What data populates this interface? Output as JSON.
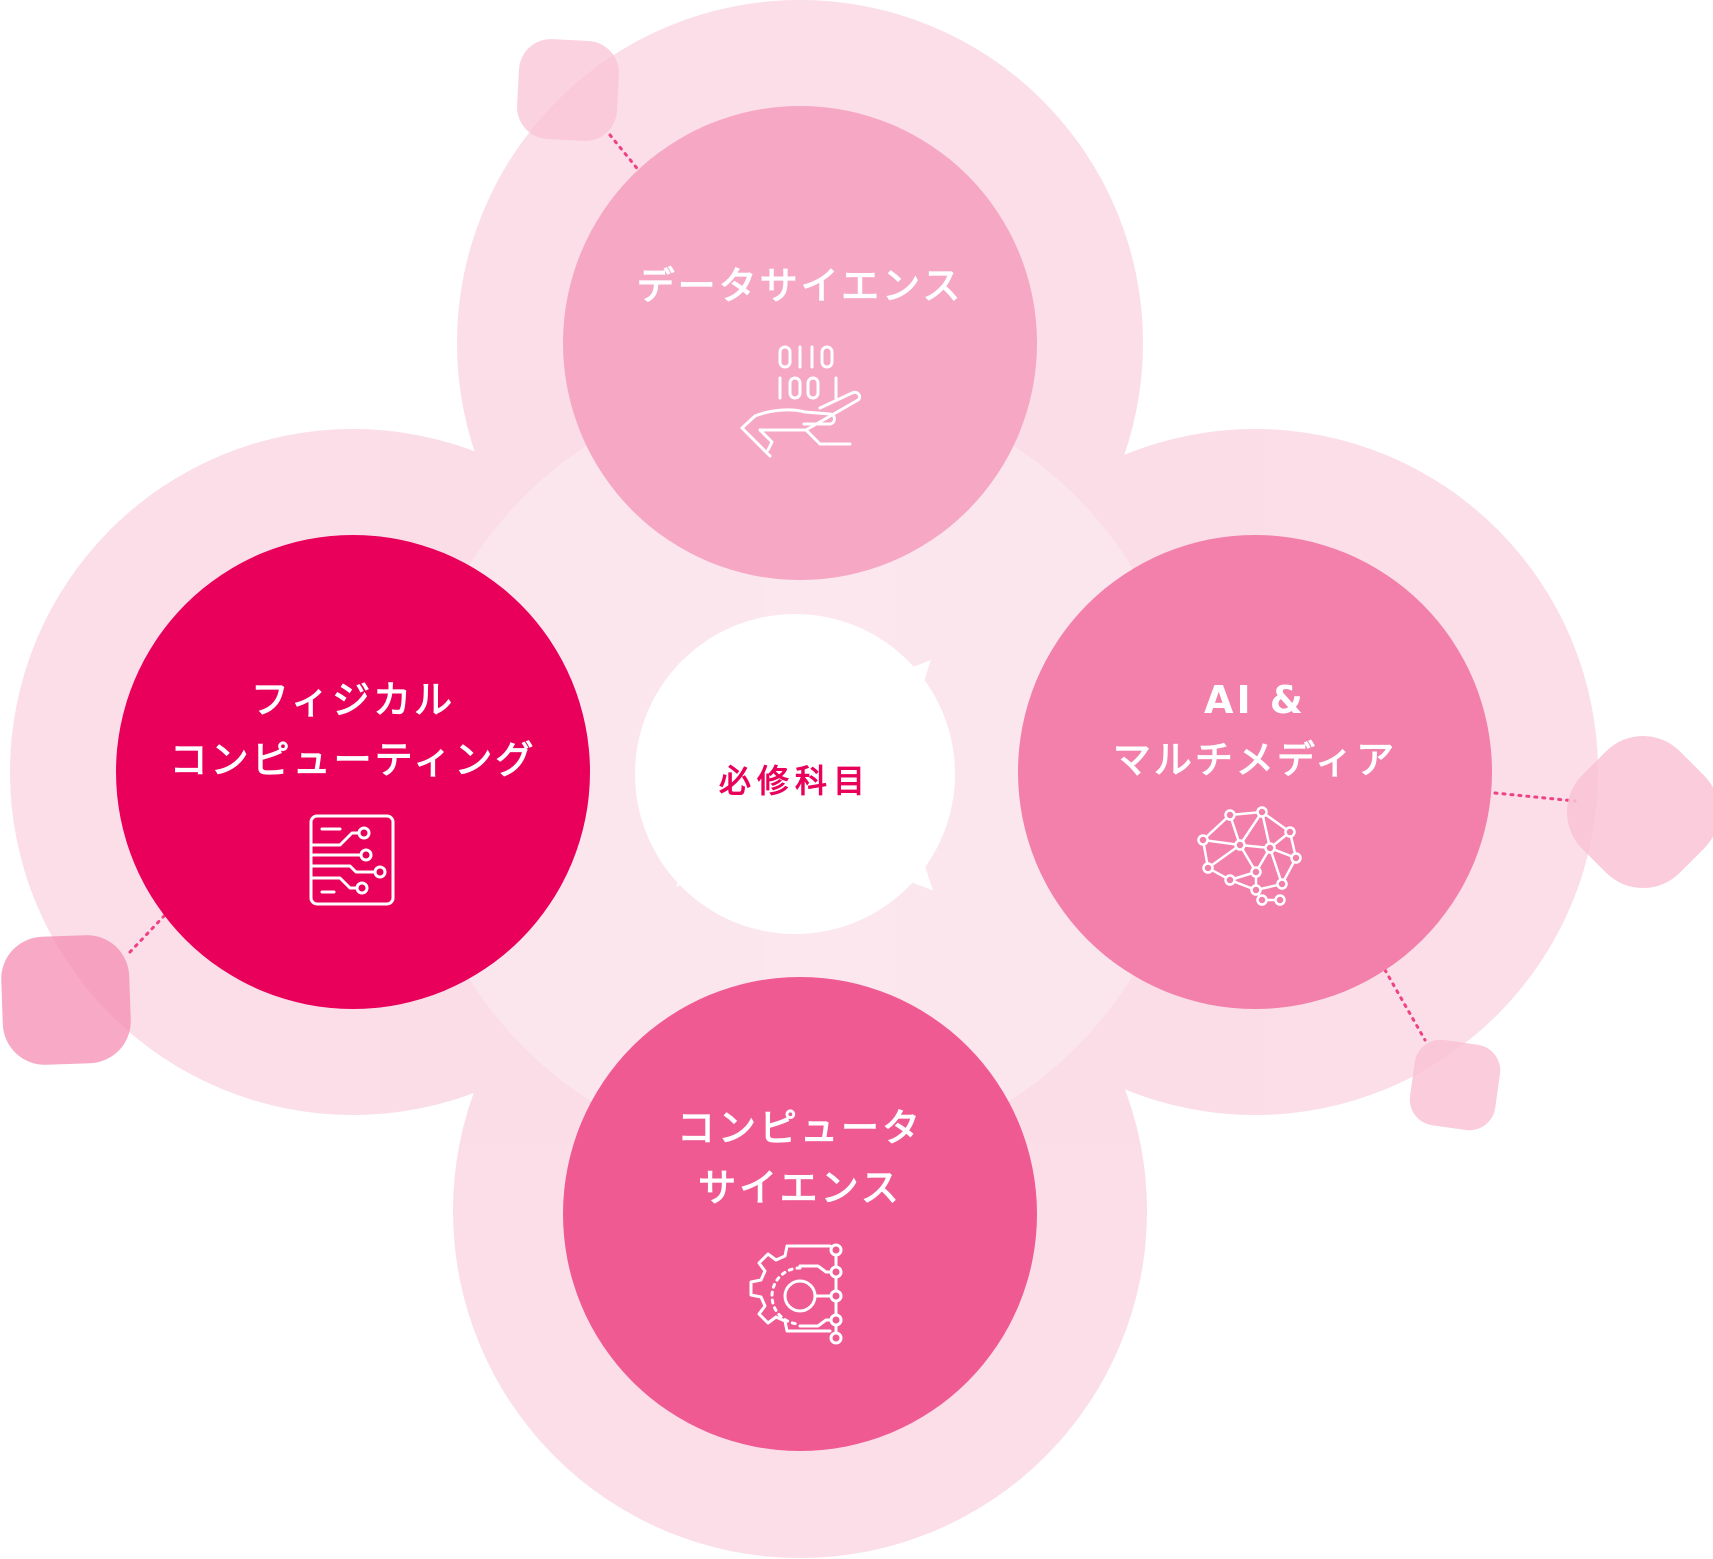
{
  "colors": {
    "halo": "#fdf1f5",
    "halo_overlap": "#fbe3eb",
    "data_science": "#f6a7c4",
    "physical": "#e8005a",
    "ai_media": "#f280aa",
    "computer_science": "#f05a93",
    "blob": "#f9c3d6",
    "blob_dark": "#f48cb2",
    "center_text": "#e8005a",
    "dots": "#e8005a"
  },
  "center": {
    "label": "必修科目"
  },
  "nodes": {
    "data_science": {
      "line1": "データサイエンス",
      "icon": "binary-hand-icon"
    },
    "physical_computing": {
      "line1": "フィジカル",
      "line2": "コンピューティング",
      "icon": "circuit-board-icon"
    },
    "ai_multimedia": {
      "line1": "AI &",
      "line2": "マルチメディア",
      "icon": "brain-network-icon"
    },
    "computer_science": {
      "line1": "コンピュータ",
      "line2": "サイエンス",
      "icon": "gear-circuit-icon"
    }
  }
}
